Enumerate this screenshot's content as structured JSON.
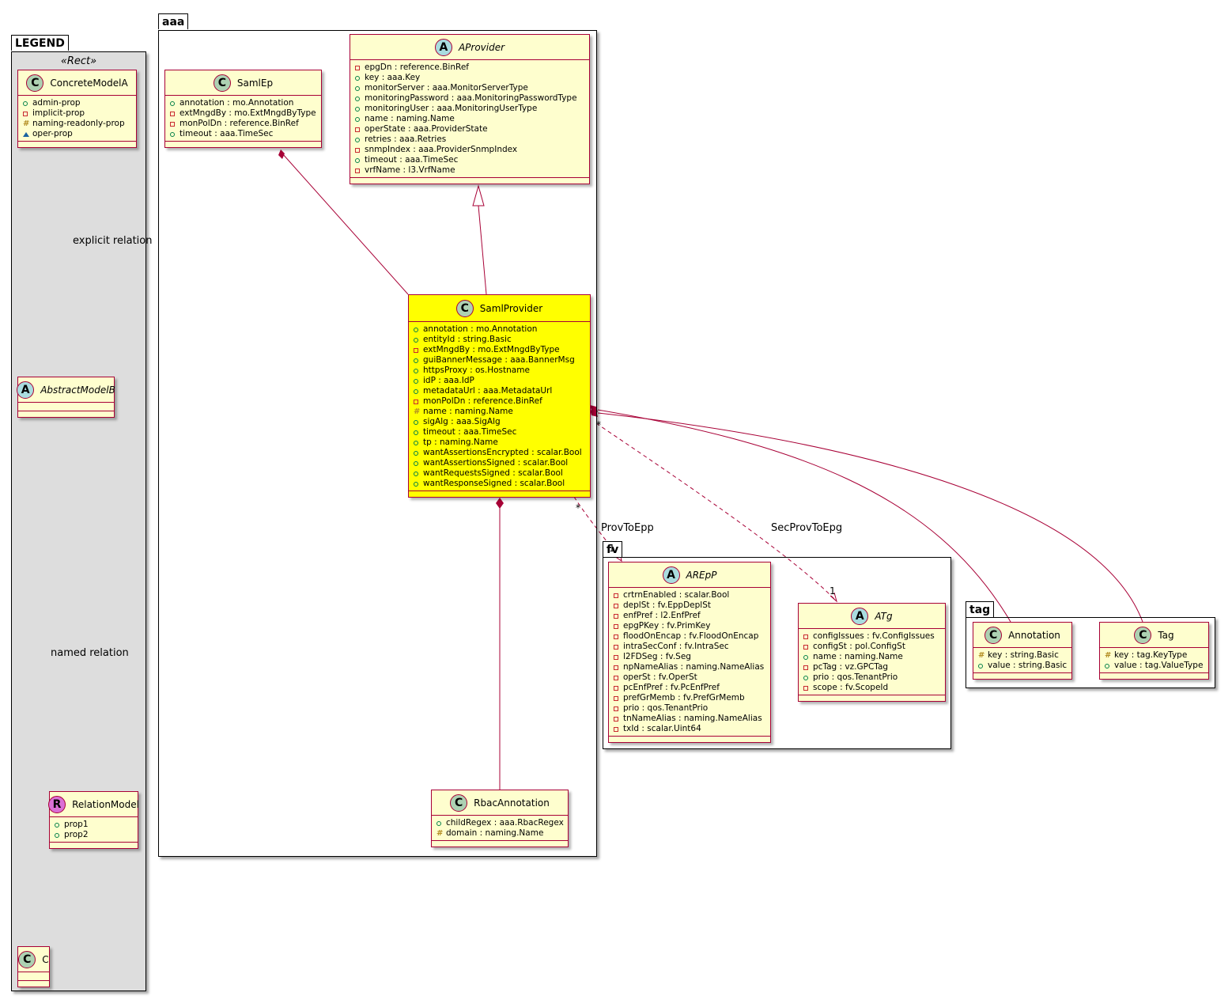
{
  "packages": {
    "legend": {
      "title": "LEGEND",
      "stereotype": "«Rect»"
    },
    "aaa": {
      "title": "aaa"
    },
    "fv": {
      "title": "fv"
    },
    "tag": {
      "title": "tag"
    }
  },
  "classes": {
    "concreteModelA": {
      "name": "ConcreteModelA",
      "kind": "C",
      "attrs": [
        [
          "+",
          "admin-prop"
        ],
        [
          "-",
          "implicit-prop"
        ],
        [
          "#",
          "naming-readonly-prop"
        ],
        [
          "~",
          "oper-prop"
        ]
      ]
    },
    "abstractModelB": {
      "name": "AbstractModelB",
      "kind": "A",
      "attrs": []
    },
    "relationModel": {
      "name": "RelationModel",
      "kind": "R",
      "attrs": [
        [
          "+",
          "prop1"
        ],
        [
          "+",
          "prop2"
        ]
      ]
    },
    "c": {
      "name": "C",
      "kind": "C",
      "attrs": []
    },
    "samlEp": {
      "name": "SamlEp",
      "kind": "C",
      "attrs": [
        [
          "+",
          "annotation : mo.Annotation"
        ],
        [
          "-",
          "extMngdBy : mo.ExtMngdByType"
        ],
        [
          "-",
          "monPolDn : reference.BinRef"
        ],
        [
          "+",
          "timeout : aaa.TimeSec"
        ]
      ]
    },
    "aProvider": {
      "name": "AProvider",
      "kind": "A",
      "attrs": [
        [
          "-",
          "epgDn : reference.BinRef"
        ],
        [
          "+",
          "key : aaa.Key"
        ],
        [
          "+",
          "monitorServer : aaa.MonitorServerType"
        ],
        [
          "+",
          "monitoringPassword : aaa.MonitoringPasswordType"
        ],
        [
          "+",
          "monitoringUser : aaa.MonitoringUserType"
        ],
        [
          "+",
          "name : naming.Name"
        ],
        [
          "-",
          "operState : aaa.ProviderState"
        ],
        [
          "+",
          "retries : aaa.Retries"
        ],
        [
          "-",
          "snmpIndex : aaa.ProviderSnmpIndex"
        ],
        [
          "+",
          "timeout : aaa.TimeSec"
        ],
        [
          "-",
          "vrfName : l3.VrfName"
        ]
      ]
    },
    "samlProvider": {
      "name": "SamlProvider",
      "kind": "C",
      "attrs": [
        [
          "+",
          "annotation : mo.Annotation"
        ],
        [
          "+",
          "entityId : string.Basic"
        ],
        [
          "-",
          "extMngdBy : mo.ExtMngdByType"
        ],
        [
          "+",
          "guiBannerMessage : aaa.BannerMsg"
        ],
        [
          "+",
          "httpsProxy : os.Hostname"
        ],
        [
          "+",
          "idP : aaa.IdP"
        ],
        [
          "+",
          "metadataUrl : aaa.MetadataUrl"
        ],
        [
          "-",
          "monPolDn : reference.BinRef"
        ],
        [
          "#",
          "name : naming.Name"
        ],
        [
          "+",
          "sigAlg : aaa.SigAlg"
        ],
        [
          "+",
          "timeout : aaa.TimeSec"
        ],
        [
          "+",
          "tp : naming.Name"
        ],
        [
          "+",
          "wantAssertionsEncrypted : scalar.Bool"
        ],
        [
          "+",
          "wantAssertionsSigned : scalar.Bool"
        ],
        [
          "+",
          "wantRequestsSigned : scalar.Bool"
        ],
        [
          "+",
          "wantResponseSigned : scalar.Bool"
        ]
      ]
    },
    "rbacAnnotation": {
      "name": "RbacAnnotation",
      "kind": "C",
      "attrs": [
        [
          "+",
          "childRegex : aaa.RbacRegex"
        ],
        [
          "#",
          "domain : naming.Name"
        ]
      ]
    },
    "aREpP": {
      "name": "AREpP",
      "kind": "A",
      "attrs": [
        [
          "-",
          "crtrnEnabled : scalar.Bool"
        ],
        [
          "-",
          "deplSt : fv.EppDeplSt"
        ],
        [
          "-",
          "enfPref : l2.EnfPref"
        ],
        [
          "-",
          "epgPKey : fv.PrimKey"
        ],
        [
          "-",
          "floodOnEncap : fv.FloodOnEncap"
        ],
        [
          "-",
          "intraSecConf : fv.IntraSec"
        ],
        [
          "-",
          "l2FDSeg : fv.Seg"
        ],
        [
          "-",
          "npNameAlias : naming.NameAlias"
        ],
        [
          "-",
          "operSt : fv.OperSt"
        ],
        [
          "-",
          "pcEnfPref : fv.PcEnfPref"
        ],
        [
          "-",
          "prefGrMemb : fv.PrefGrMemb"
        ],
        [
          "-",
          "prio : qos.TenantPrio"
        ],
        [
          "-",
          "tnNameAlias : naming.NameAlias"
        ],
        [
          "-",
          "txId : scalar.Uint64"
        ]
      ]
    },
    "aTg": {
      "name": "ATg",
      "kind": "A",
      "attrs": [
        [
          "-",
          "configIssues : fv.ConfigIssues"
        ],
        [
          "-",
          "configSt : pol.ConfigSt"
        ],
        [
          "+",
          "name : naming.Name"
        ],
        [
          "-",
          "pcTag : vz.GPCTag"
        ],
        [
          "+",
          "prio : qos.TenantPrio"
        ],
        [
          "-",
          "scope : fv.ScopeId"
        ]
      ]
    },
    "annotation": {
      "name": "Annotation",
      "kind": "C",
      "attrs": [
        [
          "#",
          "key : string.Basic"
        ],
        [
          "+",
          "value : string.Basic"
        ]
      ]
    },
    "tag": {
      "name": "Tag",
      "kind": "C",
      "attrs": [
        [
          "#",
          "key : tag.KeyType"
        ],
        [
          "+",
          "value : tag.ValueType"
        ]
      ]
    }
  },
  "labels": {
    "explicit": "explicit relation",
    "named": "named relation",
    "provToEpp": "ProvToEpp",
    "secProvToEpg": "SecProvToEpg",
    "mult_star1": "*",
    "mult_star2": "*",
    "mult_one1": "1",
    "mult_one2": "1"
  },
  "colors": {
    "border": "#a80036",
    "classFill": "#fefece",
    "highlight": "#ffff00",
    "legendFill": "#dddddd"
  }
}
